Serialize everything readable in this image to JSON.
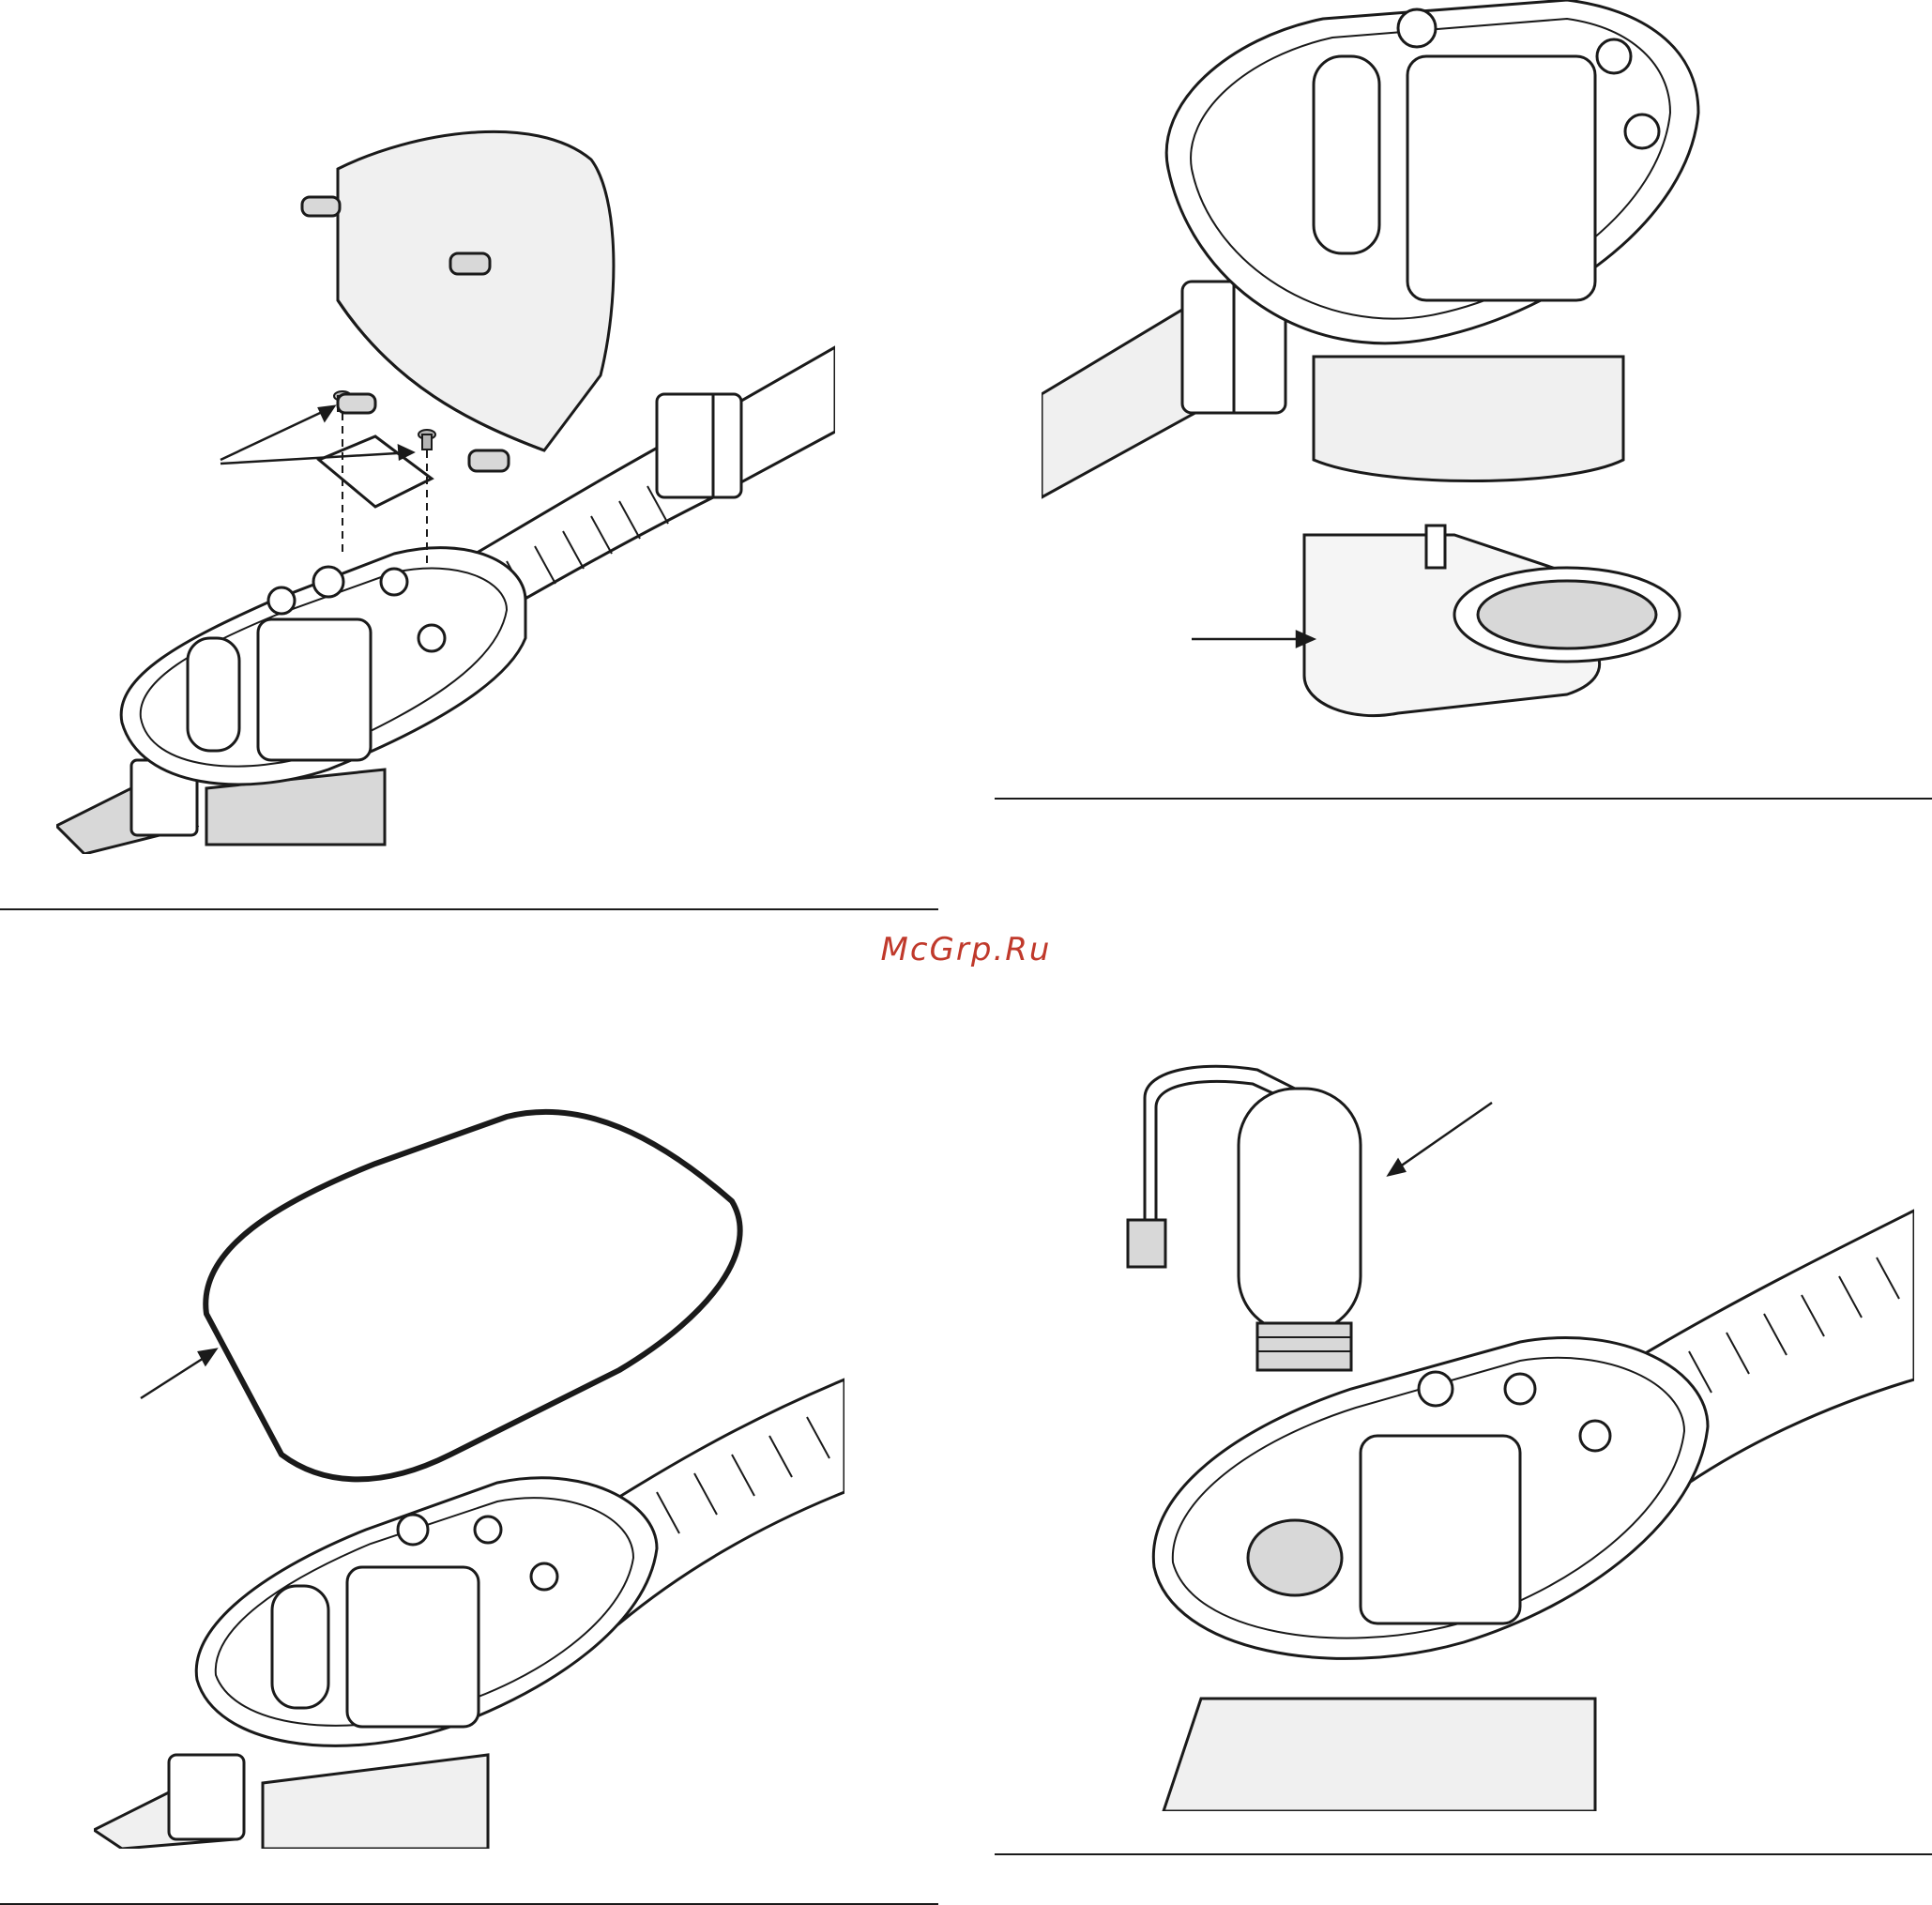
{
  "watermark": {
    "text": "McGrp.Ru",
    "color": "#c0392b"
  },
  "colors": {
    "line": "#1a1a1a",
    "fill": "#ffffff",
    "shade": "#d8d8d8",
    "dark_shade": "#b5b5b5"
  },
  "panels": [
    {
      "id": "cover-removal",
      "parts": [
        "cover",
        "circuit-board",
        "screws",
        "valve-housing",
        "hose"
      ]
    },
    {
      "id": "base-cap-removal",
      "parts": [
        "valve-housing",
        "base-cap"
      ]
    },
    {
      "id": "gasket-removal",
      "parts": [
        "gasket",
        "valve-housing",
        "hose"
      ]
    },
    {
      "id": "sensor-removal",
      "parts": [
        "sensor",
        "sensor-connector",
        "valve-housing",
        "hose"
      ]
    }
  ]
}
